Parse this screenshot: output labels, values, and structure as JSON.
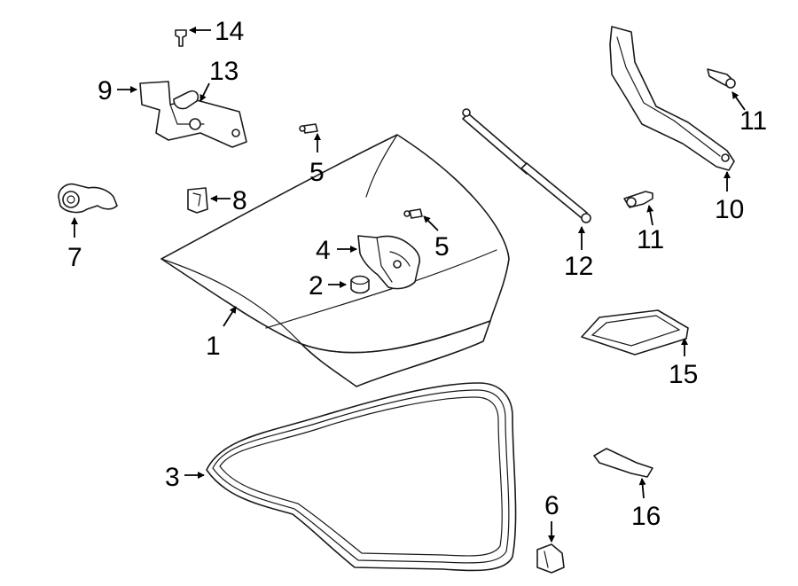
{
  "diagram": {
    "callouts": [
      {
        "id": "c1",
        "text": "1"
      },
      {
        "id": "c2",
        "text": "2"
      },
      {
        "id": "c3",
        "text": "3"
      },
      {
        "id": "c4",
        "text": "4"
      },
      {
        "id": "c5a",
        "text": "5"
      },
      {
        "id": "c5b",
        "text": "5"
      },
      {
        "id": "c6",
        "text": "6"
      },
      {
        "id": "c7",
        "text": "7"
      },
      {
        "id": "c8",
        "text": "8"
      },
      {
        "id": "c9",
        "text": "9"
      },
      {
        "id": "c10",
        "text": "10"
      },
      {
        "id": "c11a",
        "text": "11"
      },
      {
        "id": "c11b",
        "text": "11"
      },
      {
        "id": "c12",
        "text": "12"
      },
      {
        "id": "c13",
        "text": "13"
      },
      {
        "id": "c14",
        "text": "14"
      },
      {
        "id": "c15",
        "text": "15"
      },
      {
        "id": "c16",
        "text": "16"
      }
    ]
  }
}
